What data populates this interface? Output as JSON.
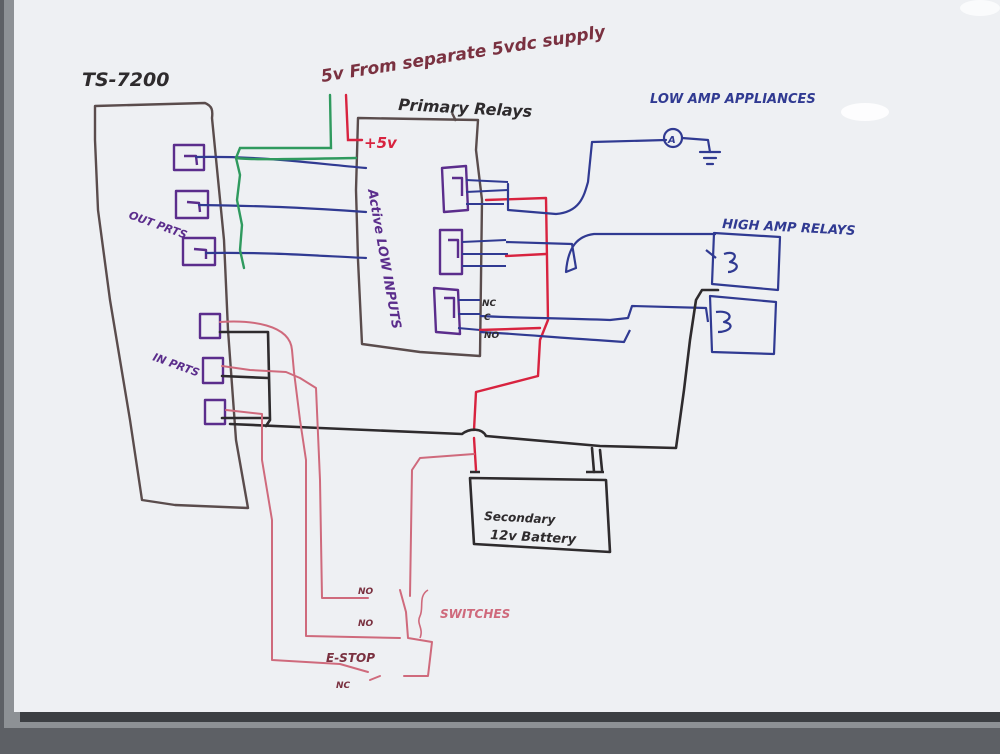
{
  "colors": {
    "board": "#eef0f3",
    "frame": "#8d9195",
    "wall": "#5d6065",
    "marker_black": "#2e2b2d",
    "marker_brown": "#5a4c4c",
    "marker_blue": "#303a92",
    "marker_purple": "#5b2d8c",
    "marker_red": "#d8233f",
    "marker_pink": "#cf6a7c",
    "marker_green": "#2f9a5e",
    "marker_maroon": "#7a3140"
  },
  "labels": {
    "supply_note": "5v From separate 5vdc supply",
    "ts_board": "TS-7200",
    "primary_relays": "Primary Relays",
    "plus5v": "+5v",
    "active_low": "Active LOW INPUTS",
    "out_ports": "OUT PRTS",
    "in_ports": "IN PRTS",
    "low_amp": "LOW AMP APPLIANCES",
    "appliance_symbol": "A",
    "high_amp": "HIGH AMP RELAYS",
    "relay_nc": "NC",
    "relay_c": "C",
    "relay_no": "NO",
    "battery_line1": "Secondary",
    "battery_line2": "12v Battery",
    "switches": "SWITCHES",
    "switch_no_1": "NO",
    "switch_no_2": "NO",
    "estop": "E-STOP",
    "estop_nc": "NC"
  }
}
